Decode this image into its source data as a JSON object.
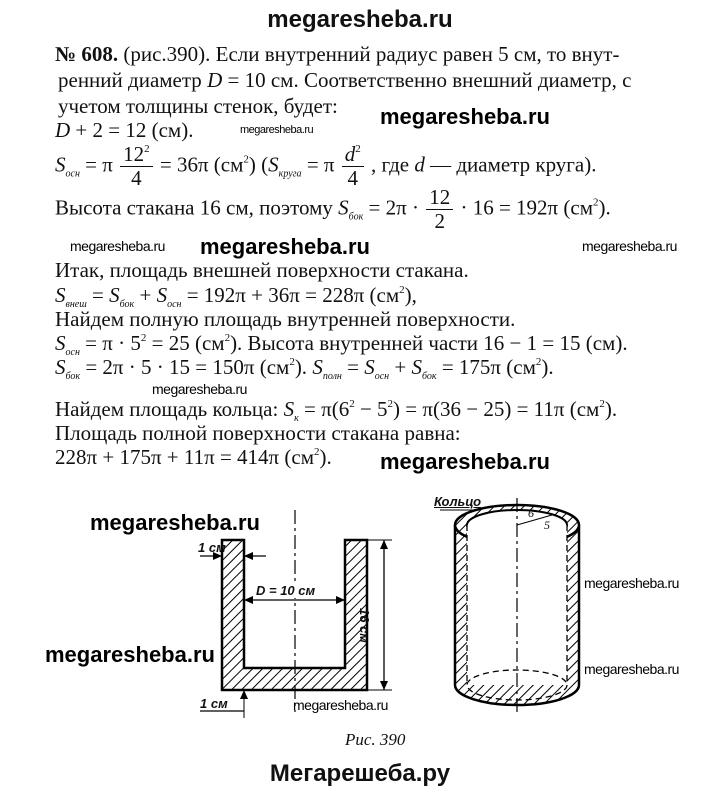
{
  "header": {
    "site": "megaresheba.ru"
  },
  "problem": {
    "l1_num": "№ 608.",
    "l1": " (рис.390). Если внутренний радиус равен 5 см, то внут-",
    "l2a": "ренний диаметр ",
    "l2D": "D",
    "l2b": " = 10 см. Соответственно внешний диаметр, с",
    "l3": "учетом толщины стенок, будет:",
    "l4D": "D",
    "l4": " + 2 = 12 (см).",
    "f1_S": "S",
    "f1_sub": "осн",
    "f1_eq": " = π",
    "f1_num": "12",
    "f1_pow": "2",
    "f1_den": "4",
    "f1_res": " = 36π (см",
    "f1_sup": "2",
    "f1_close": ") (",
    "f1_S2": "S",
    "f1_sub2": "круга",
    "f1_eq2": " = π",
    "f1_num2": "d",
    "f1_pow2": "2",
    "f1_den2": "4",
    "f1_tail": ", где ",
    "f1_d": "d",
    "f1_tail2": " — диаметр круга).",
    "l6a": "Высота стакана 16 см, поэтому ",
    "l6S": "S",
    "l6sub": "бок",
    "l6b": " = 2π · ",
    "l6num": "12",
    "l6den": "2",
    "l6c": " · 16 = 192π (см",
    "l6sup": "2",
    "l6d": ").",
    "l7": "Итак, площадь внешней поверхности стакана.",
    "l8": [
      "S",
      "внеш",
      " = ",
      "S",
      "бок",
      " + ",
      "S",
      "осн",
      " = 192π + 36π = 228π (см",
      "2",
      "),"
    ],
    "l9": "Найдем полную площадь внутренней поверхности.",
    "l10": [
      "S",
      "осн",
      " = π · 5",
      "2",
      " = 25 (см",
      "2",
      "). Высота внутренней части 16 − 1 = 15 (см)."
    ],
    "l11": [
      "S",
      "бок",
      " = 2π · 5 · 15 = 150π (см",
      "2",
      "). ",
      "S",
      "полн",
      " = ",
      "S",
      "осн",
      " + ",
      "S",
      "бок",
      " = 175π (см",
      "2",
      ")."
    ],
    "l12": [
      "Найдем площадь кольца: ",
      "S",
      "к",
      " = π(6",
      "2",
      " − 5",
      "2",
      ") = π(36 − 25) = 11π (см",
      "2",
      ")."
    ],
    "l13": "Площадь полной поверхности стакана равна:",
    "l14": [
      "228π + 175π + 11π = 414π (см",
      "2",
      ")."
    ]
  },
  "watermarks": {
    "text": "megaresheba.ru"
  },
  "figure": {
    "label_1cm_top": "1 см",
    "label_1cm_bottom": "1 см",
    "label_D": "D = 10 см",
    "label_h": "16 см",
    "label_ring": "Кольцо",
    "label_6": "6",
    "label_5": "5",
    "caption": "Рис. 390"
  },
  "footer": {
    "text": "Мегарешеба.ру"
  }
}
